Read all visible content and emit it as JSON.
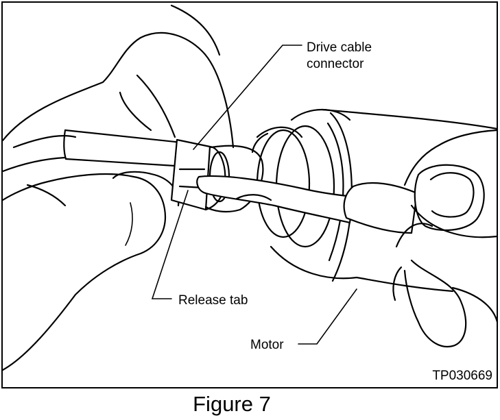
{
  "labels": {
    "drive_cable_connector_line1": "Drive cable",
    "drive_cable_connector_line2": "connector",
    "release_tab": "Release tab",
    "motor": "Motor"
  },
  "figure_code": "TP030669",
  "caption": "Figure 7"
}
